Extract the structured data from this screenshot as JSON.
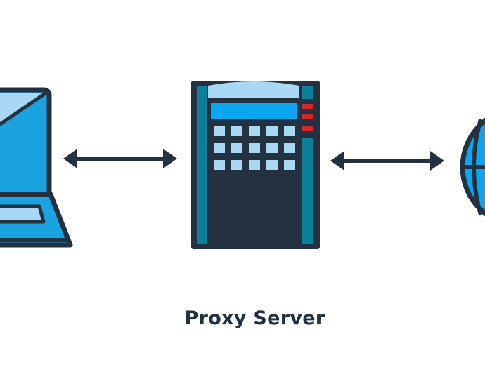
{
  "diagram": {
    "caption": "Proxy Server",
    "nodes": [
      {
        "id": "client",
        "icon": "laptop-icon"
      },
      {
        "id": "proxy",
        "icon": "server-icon"
      },
      {
        "id": "internet",
        "icon": "globe-icon"
      }
    ],
    "edges": [
      {
        "from": "client",
        "to": "proxy",
        "direction": "bidirectional"
      },
      {
        "from": "proxy",
        "to": "internet",
        "direction": "bidirectional"
      }
    ]
  },
  "colors": {
    "outline": "#243140",
    "primary_blue": "#1ba3e0",
    "light_blue": "#a9d8f5",
    "bright_blue": "#0aa6f0",
    "teal": "#0e7f9b",
    "red": "#d3262d",
    "background": "#ffffff"
  }
}
